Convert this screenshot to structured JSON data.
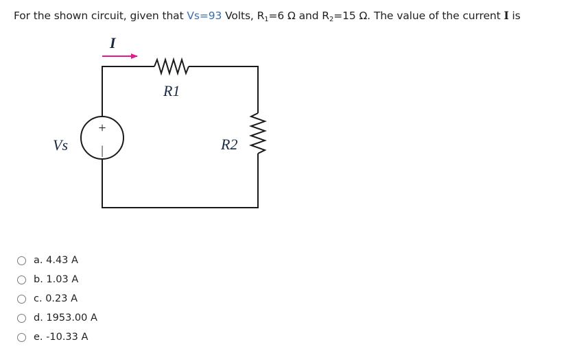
{
  "question": {
    "prefix": "For the shown circuit, given that ",
    "vs": "Vs=93",
    "after_vs": " Volts, R",
    "r1_sub": "1",
    "r1_value": "=6 Ω and R",
    "r2_sub": "2",
    "r2_value": "=15 Ω. The value of the current ",
    "current_symbol": "I",
    "suffix": " is"
  },
  "circuit": {
    "current_label": "I",
    "vs_label": "Vs",
    "r1_label": "R1",
    "r2_label": "R2",
    "plus_sign": "+",
    "minus_sign": "|",
    "arrow_color": "#e8188c",
    "wire_color": "#1a1a1a"
  },
  "answers": [
    {
      "label": "a. 4.43 A"
    },
    {
      "label": "b. 1.03 A"
    },
    {
      "label": "c. 0.23 A"
    },
    {
      "label": "d. 1953.00 A"
    },
    {
      "label": "e. -10.33 A"
    }
  ]
}
